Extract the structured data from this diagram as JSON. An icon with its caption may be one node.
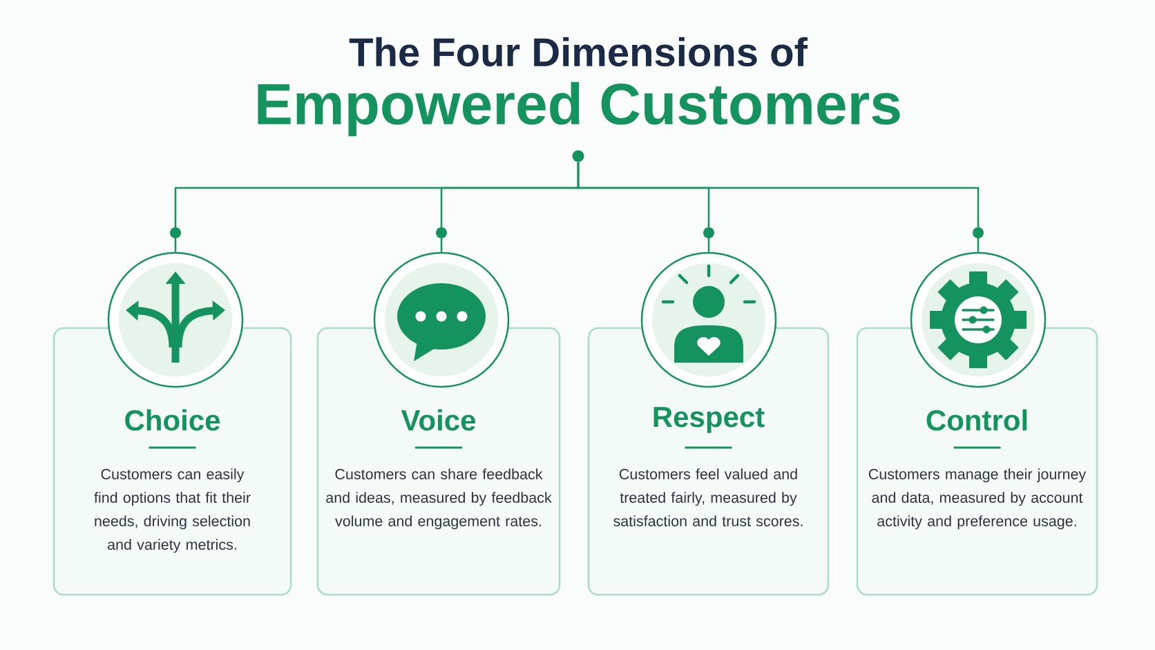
{
  "diagram": {
    "title": "The Four Dimensions of",
    "nodes": [
      {
        "text": [],
        "shape": "circle"
      },
      {
        "text": [],
        "shape": "circle"
      },
      {
        "text": [
          "Choice",
          "Customers can easily find options that fit their needs, driving selection and variety metrics."
        ]
      },
      {
        "text": [],
        "shape": "circle"
      },
      {
        "text": [
          "Voice",
          "Customers can share feedback and ideas, measured by feedback volume and engagement rates."
        ]
      },
      {
        "text": [],
        "shape": "circle"
      },
      {
        "text": [
          "Respect",
          "Customers feel valued and treated fairly, measured by satisfaction and trust scores."
        ]
      },
      {
        "text": [],
        "shape": "circle"
      },
      {
        "text": [
          "Control",
          "Customers manage their journey and data, measured by account activity and preference usage."
        ]
      }
    ],
    "edges": [
      {
        "from": 0,
        "to": 1,
        "arrow": "none"
      },
      {
        "from": 0,
        "to": 3,
        "arrow": "none"
      },
      {
        "from": 0,
        "to": 5,
        "arrow": "none"
      },
      {
        "from": 0,
        "to": 7,
        "arrow": "none"
      }
    ],
    "labels": [
      "Empowered Customers"
    ]
  }
}
